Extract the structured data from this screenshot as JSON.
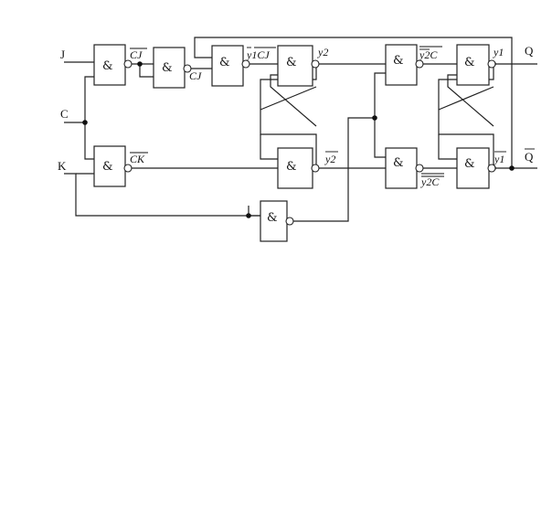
{
  "inputs": {
    "j": "J",
    "c": "C",
    "k": "K"
  },
  "outputs": {
    "q": "Q",
    "q_bar": "Q"
  },
  "gate_symbol": "&",
  "signals": {
    "cj_bar": "CJ",
    "cj": "CJ",
    "y1_cj_bar": "y1CJ",
    "ck_bar": "CK",
    "y2": "y2",
    "y2_bar": "y2",
    "y2_c_bar_top": "y2C",
    "y2_c_bar_bottom": "y2C",
    "y1": "y1",
    "y1_bar": "y1"
  }
}
